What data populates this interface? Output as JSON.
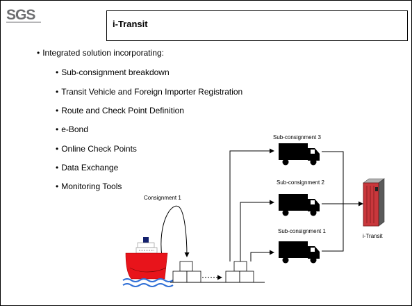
{
  "logo": {
    "text": "SGS",
    "brand_color": "#6d6e71"
  },
  "title": "i-Transit",
  "intro": "Integrated solution incorporating:",
  "bullets": [
    "Sub-consignment breakdown",
    "Transit Vehicle and Foreign Importer Registration",
    "Route and Check Point Definition",
    "e-Bond",
    "Online Check Points",
    "Data Exchange",
    "Monitoring Tools"
  ],
  "diagram": {
    "consignment_label": "Consignment 1",
    "sub_labels": [
      "Sub-consignment 3",
      "Sub-consignment 2",
      "Sub-consignment 1"
    ],
    "server_label": "i-Transit",
    "colors": {
      "ship_hull": "#e8141b",
      "water": "#2f6fd6",
      "server": "#c9373c"
    }
  }
}
